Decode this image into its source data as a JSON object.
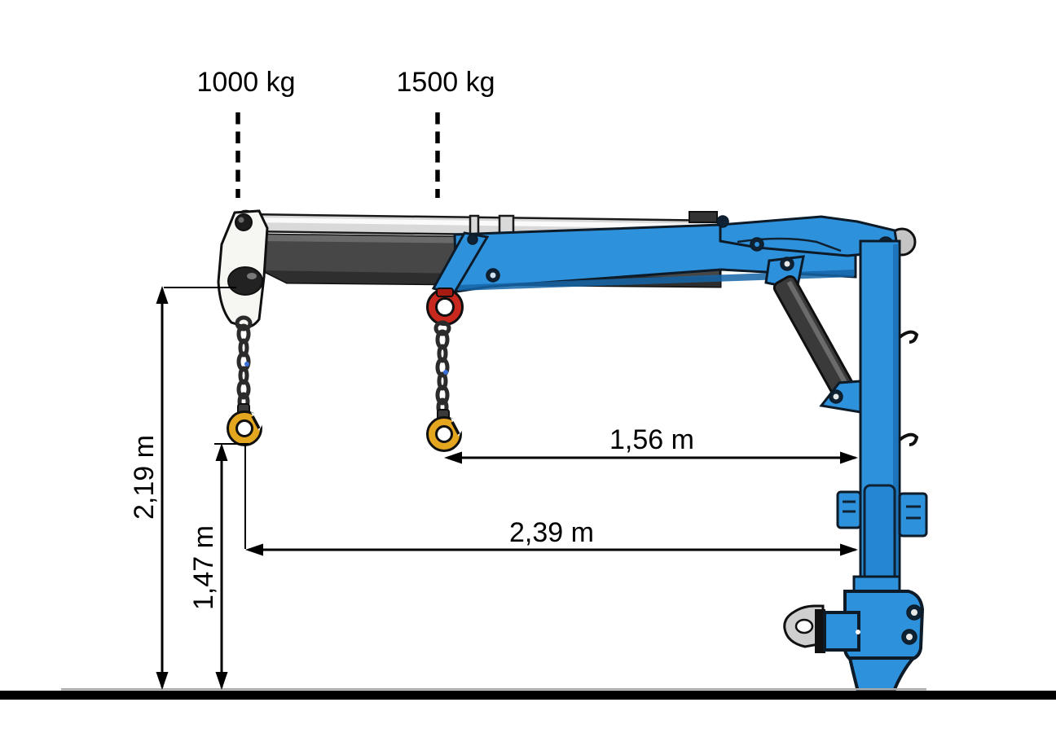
{
  "loads": {
    "outer": "1000 kg",
    "inner": "1500 kg"
  },
  "dims": {
    "overall_height": "2,19 m",
    "hook_height": "1,47 m",
    "reach_inner": "1,56 m",
    "reach_outer": "2,39 m"
  },
  "colors": {
    "crane_blue": "#2E91DC",
    "crane_blue_dark": "#1565A8",
    "boom_gray": "#474747",
    "cylinder_silver": "#D9D9D9",
    "hook_yellow": "#E5A61F",
    "shackle_red": "#C8281E",
    "chain_dark": "#2B2B2B",
    "annotation_black": "#000000",
    "ground_black": "#000000"
  }
}
